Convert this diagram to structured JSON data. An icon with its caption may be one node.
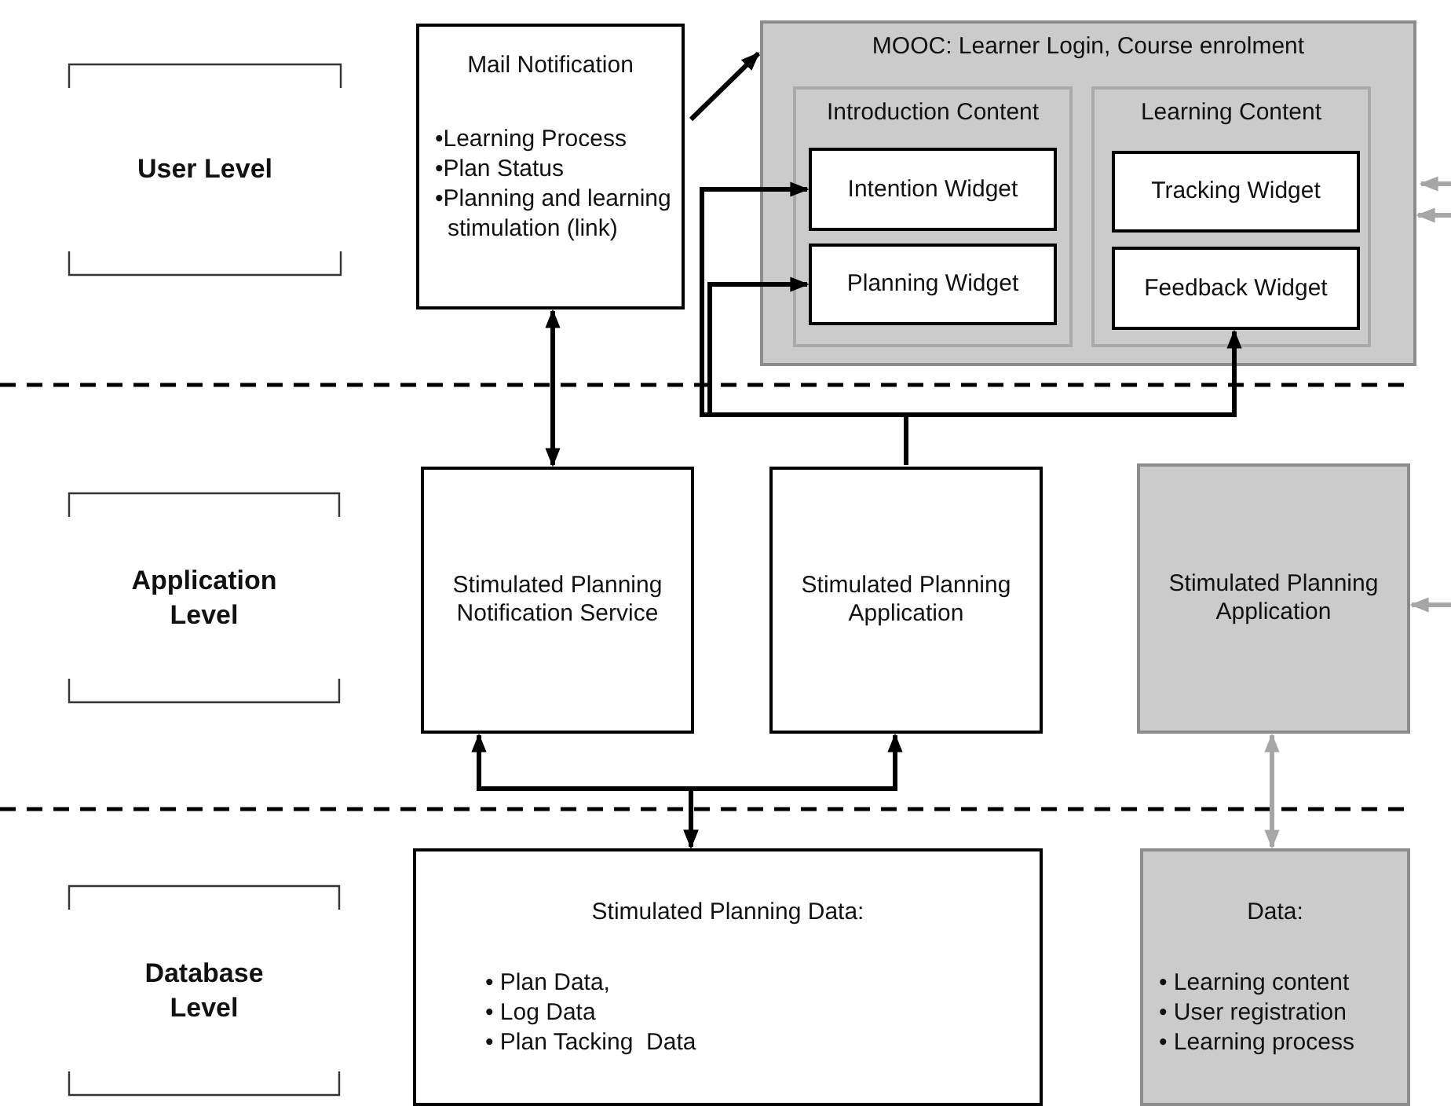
{
  "diagram": {
    "nodes": [
      {
        "text": [
          "User Level"
        ]
      },
      {
        "text": [
          "Mail Notification",
          "•Learning Process",
          "•Plan Status",
          "•Planning and learning stimulation (link)"
        ]
      },
      {
        "text": [
          "MOOC: Learner Login, Course enrolment"
        ]
      },
      {
        "text": [
          "Introduction Content"
        ],
        "in": 2
      },
      {
        "text": [
          "Intention Widget"
        ],
        "in": 3
      },
      {
        "text": [
          "Planning Widget"
        ],
        "in": 3
      },
      {
        "text": [
          "Learning Content"
        ],
        "in": 2
      },
      {
        "text": [
          "Tracking Widget"
        ],
        "in": 6
      },
      {
        "text": [
          "Feedback Widget"
        ],
        "in": 6
      },
      {
        "text": [
          "Application Level"
        ]
      },
      {
        "text": [
          "Stimulated Planning Notification Service"
        ]
      },
      {
        "text": [
          "Stimulated Planning Application"
        ]
      },
      {
        "text": [
          "Stimulated Planning Application"
        ]
      },
      {
        "text": [
          "Database Level"
        ]
      },
      {
        "text": [
          "Stimulated Planning Data:",
          "• Plan Data,",
          "• Log Data",
          "• Plan Tacking  Data"
        ]
      },
      {
        "text": [
          "Data:",
          "• Learning content",
          "• User registration",
          "• Learning process"
        ]
      }
    ],
    "edges": [
      {
        "from": 1,
        "to": 2,
        "arrow": "to"
      },
      {
        "from": 1,
        "to": 10,
        "arrow": "both"
      },
      {
        "from": 11,
        "to": 4,
        "arrow": "to"
      },
      {
        "from": 11,
        "to": 5,
        "arrow": "to"
      },
      {
        "from": 11,
        "to": 8,
        "arrow": "to"
      },
      {
        "from": 14,
        "to": 10,
        "arrow": "both"
      },
      {
        "from": 14,
        "to": 11,
        "arrow": "both"
      },
      {
        "from": 12,
        "to": 15,
        "arrow": "both",
        "color": "#a6a6a6"
      },
      {
        "from": null,
        "to": 2,
        "arrow": "to",
        "color": "#a6a6a6"
      },
      {
        "from": null,
        "to": 2,
        "arrow": "to",
        "color": "#a6a6a6"
      },
      {
        "from": null,
        "to": 12,
        "arrow": "to",
        "color": "#a6a6a6"
      }
    ]
  }
}
